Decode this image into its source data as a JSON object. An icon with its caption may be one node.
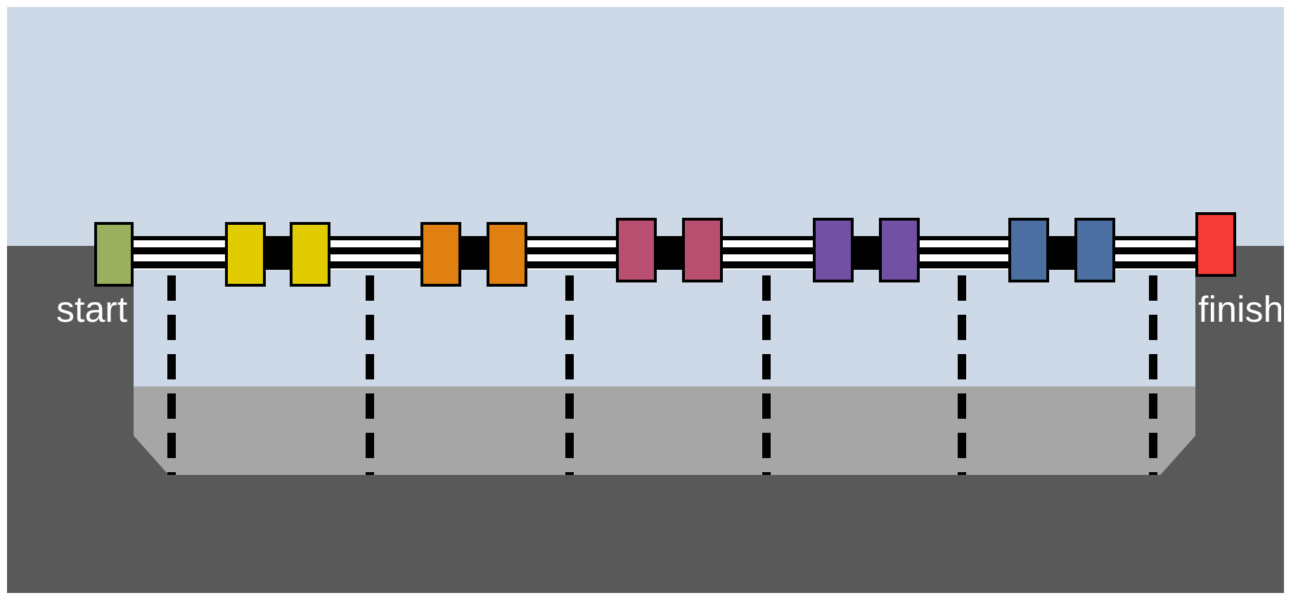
{
  "diagram": {
    "nodes": [
      {
        "text": [],
        "shape": "box",
        "beside": [
          "start"
        ]
      },
      {
        "text": [],
        "shape": "box"
      },
      {
        "text": [],
        "shape": "box"
      },
      {
        "text": [],
        "shape": "box"
      },
      {
        "text": [],
        "shape": "box"
      },
      {
        "text": [],
        "shape": "box"
      },
      {
        "text": [],
        "shape": "box"
      },
      {
        "text": [],
        "shape": "box"
      },
      {
        "text": [],
        "shape": "box"
      },
      {
        "text": [],
        "shape": "box"
      },
      {
        "text": [],
        "shape": "box"
      },
      {
        "text": [],
        "shape": "box",
        "beside": [
          "finish"
        ]
      }
    ],
    "edges": [
      {
        "from": 0,
        "to": 1,
        "arrow": "none"
      },
      {
        "from": 1,
        "to": 2,
        "arrow": "none",
        "color": "#000000"
      },
      {
        "from": 2,
        "to": 3,
        "arrow": "none"
      },
      {
        "from": 3,
        "to": 4,
        "arrow": "none",
        "color": "#000000"
      },
      {
        "from": 4,
        "to": 5,
        "arrow": "none"
      },
      {
        "from": 5,
        "to": 6,
        "arrow": "none",
        "color": "#000000"
      },
      {
        "from": 6,
        "to": 7,
        "arrow": "none"
      },
      {
        "from": 7,
        "to": 8,
        "arrow": "none",
        "color": "#000000"
      },
      {
        "from": 8,
        "to": 9,
        "arrow": "none"
      },
      {
        "from": 9,
        "to": 10,
        "arrow": "none",
        "color": "#000000"
      },
      {
        "from": 10,
        "to": 11,
        "arrow": "none"
      }
    ]
  }
}
